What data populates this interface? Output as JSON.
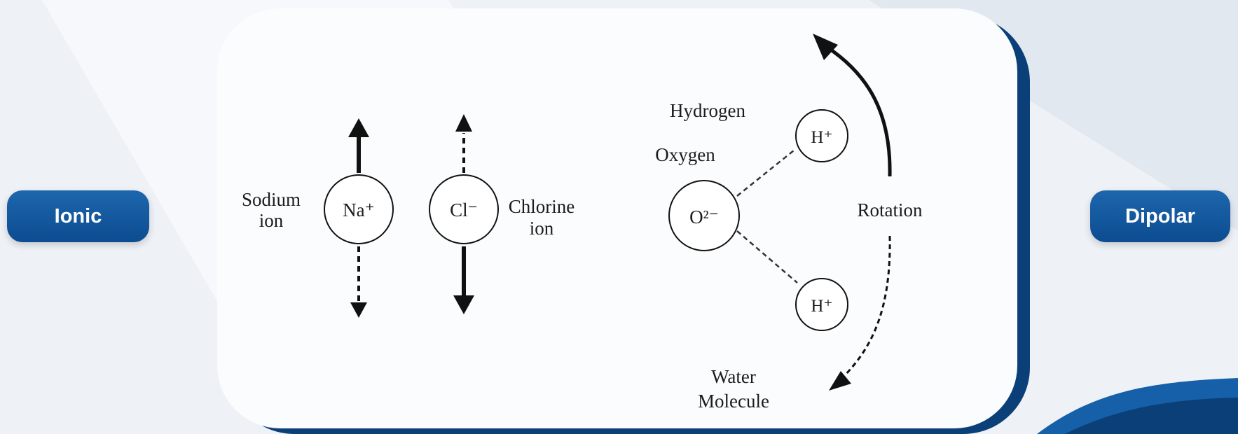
{
  "labels": {
    "left_pill": "Ionic",
    "right_pill": "Dipolar"
  },
  "ionic": {
    "sodium_label_1": "Sodium",
    "sodium_label_2": "ion",
    "sodium_symbol": "Na⁺",
    "chlorine_label_1": "Chlorine",
    "chlorine_label_2": "ion",
    "chlorine_symbol": "Cl⁻"
  },
  "dipolar": {
    "hydrogen_label": "Hydrogen",
    "oxygen_label": "Oxygen",
    "oxygen_symbol": "O²⁻",
    "hydrogen_symbol_top": "H⁺",
    "hydrogen_symbol_bottom": "H⁺",
    "rotation_label": "Rotation",
    "water_label_1": "Water",
    "water_label_2": "Molecule"
  },
  "colors": {
    "pill_blue": "#1a61a8",
    "card_shadow": "#0b3f78",
    "background": "#eef2f7"
  }
}
